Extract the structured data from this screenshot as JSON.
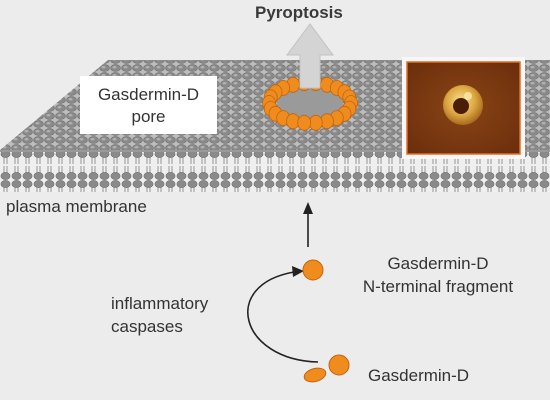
{
  "labels": {
    "title": "Pyroptosis",
    "pore_line1": "Gasdermin-D",
    "pore_line2": "pore",
    "membrane": "plasma membrane",
    "fragment_line1": "Gasdermin-D",
    "fragment_line2": "N-terminal fragment",
    "caspases_line1": "inflammatory",
    "caspases_line2": "caspases",
    "gasdermin": "Gasdermin-D"
  },
  "colors": {
    "background": "#ececec",
    "membrane_top": "#a9a9a9",
    "membrane_bead": "#8c8c8c",
    "membrane_side": "#dcdcdc",
    "protein_orange": "#f08c1e",
    "protein_stroke": "#c0650c",
    "arrow_gray": "#d4d4d4",
    "afm_brown": "#7a3a12",
    "afm_ring": "#e2b050",
    "afm_frame": "#e07020"
  },
  "icons": {
    "upward_arrow": "block-arrow-up",
    "pathway_arrow": "curved-arrow",
    "afm_image": "afm-pore-micrograph"
  }
}
